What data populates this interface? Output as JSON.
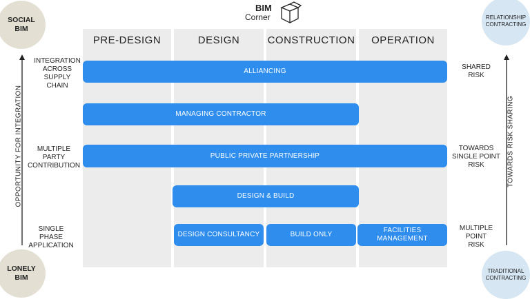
{
  "logo": {
    "line1": "BIM",
    "line2": "Corner"
  },
  "columns": [
    "PRE-DESIGN",
    "DESIGN",
    "CONSTRUCTION",
    "OPERATION"
  ],
  "bars": {
    "alliancing": "ALLIANCING",
    "managing_contractor": "MANAGING CONTRACTOR",
    "ppp": "PUBLIC PRIVATE PARTNERSHIP",
    "design_build": "DESIGN & BUILD",
    "design_consultancy": "DESIGN CONSULTANCY",
    "build_only": "BUILD ONLY",
    "facilities": "FACILITIES\nMANAGEMENT"
  },
  "left_labels": {
    "top": "INTEGRATION\nACROSS\nSUPPLY\nCHAIN",
    "middle": "MULTIPLE\nPARTY\nCONTRIBUTION",
    "bottom": "SINGLE\nPHASE\nAPPLICATION"
  },
  "right_labels": {
    "top": "SHARED\nRISK",
    "middle": "TOWARDS\nSINGLE POINT\nRISK",
    "bottom": "MULTIPLE\nPOINT\nRISK"
  },
  "circles": {
    "social_bim": "SOCIAL\nBIM",
    "lonely_bim": "LONELY\nBIM",
    "relationship": "RELATIONSHIP\nCONTRACTING",
    "traditional": "TRADITIONAL\nCONTRACTING"
  },
  "axes": {
    "left": "OPPORTUNITY FOR INTEGRATION",
    "right": "TOWARDS RISK SHARING"
  },
  "colors": {
    "bar": "#2e8ded",
    "column_bg": "#ececec",
    "bim_circle": "#e3e0d3",
    "contracting_circle": "#d6e6f3"
  }
}
